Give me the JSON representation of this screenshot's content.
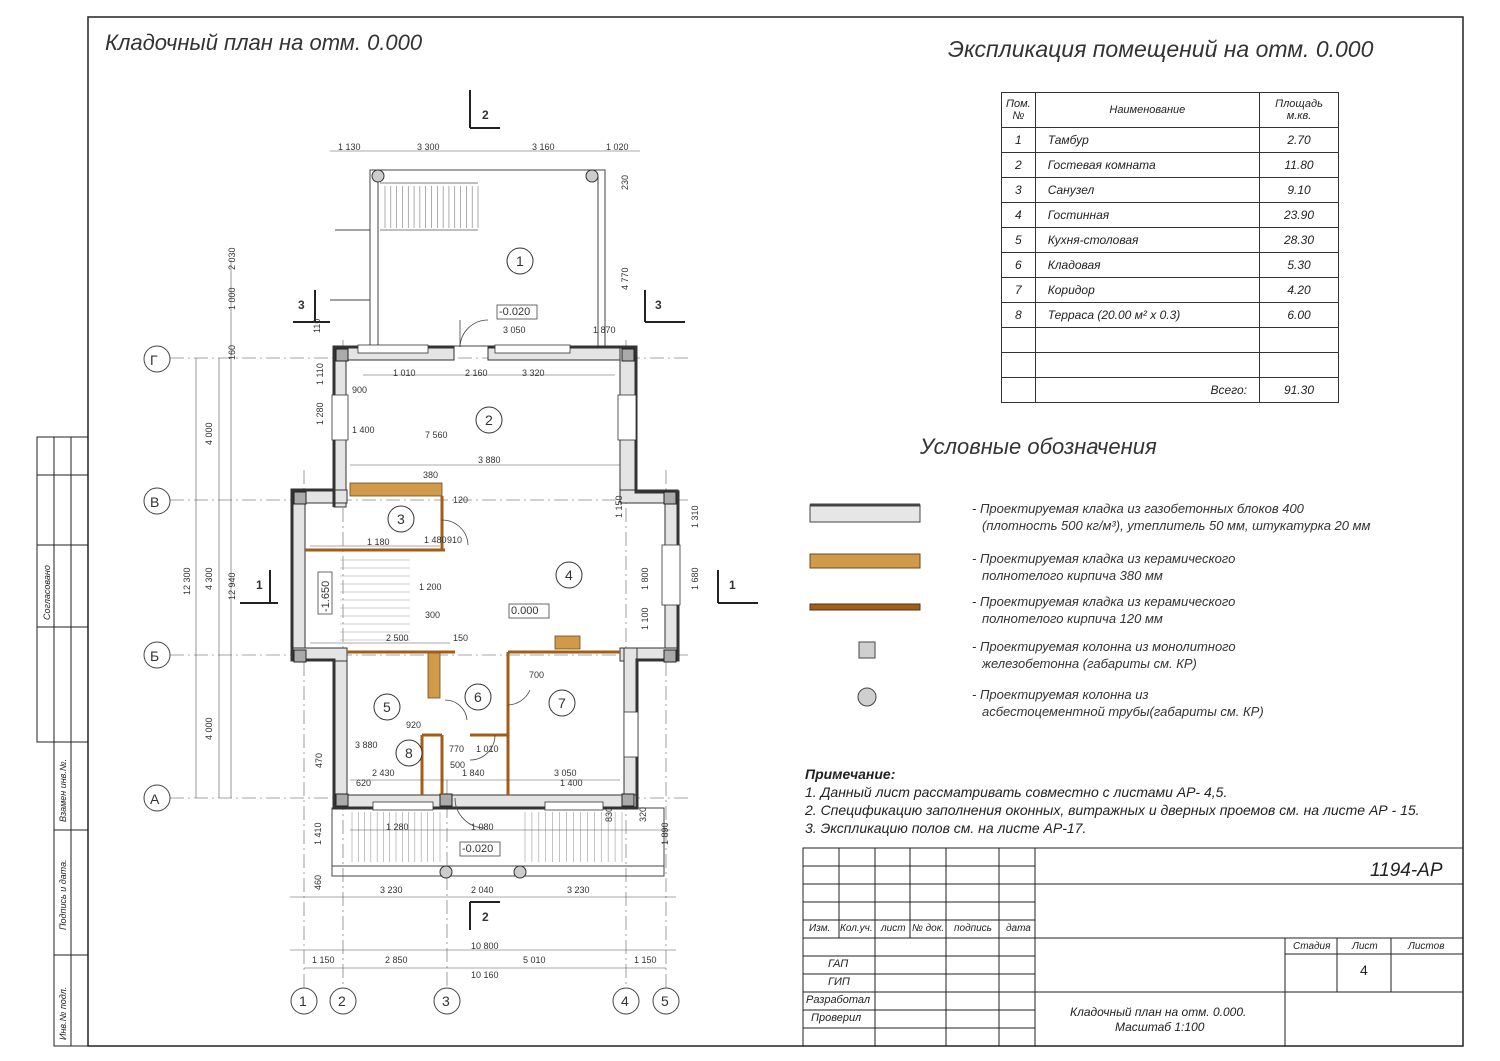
{
  "plan_title": "Кладочный план на отм. 0.000",
  "explication": {
    "title": "Экспликация помещений на отм. 0.000",
    "headers": [
      "Пом. №",
      "Наименование",
      "Площадь м.кв."
    ],
    "rows": [
      {
        "no": "1",
        "name": "Тамбур",
        "area": "2.70"
      },
      {
        "no": "2",
        "name": "Гостевая комната",
        "area": "11.80"
      },
      {
        "no": "3",
        "name": "Санузел",
        "area": "9.10"
      },
      {
        "no": "4",
        "name": "Гостинная",
        "area": "23.90"
      },
      {
        "no": "5",
        "name": "Кухня-столовая",
        "area": "28.30"
      },
      {
        "no": "6",
        "name": "Кладовая",
        "area": "5.30"
      },
      {
        "no": "7",
        "name": "Коридор",
        "area": "4.20"
      },
      {
        "no": "8",
        "name": "Терраса (20.00 м² x 0.3)",
        "area": "6.00"
      }
    ],
    "total_label": "Всего:",
    "total_value": "91.30"
  },
  "legend": {
    "title": "Условные обозначения",
    "items": [
      {
        "line1": "- Проектируемая кладка из газобетонных блоков 400",
        "line2": "(плотность 500 кг/м³), утеплитель 50 мм, штукатурка 20 мм"
      },
      {
        "line1": "- Проектируемая кладка из керамического",
        "line2": "полнотелого кирпича 380 мм"
      },
      {
        "line1": "- Проектируемая кладка из керамического",
        "line2": "полнотелого кирпича 120 мм"
      },
      {
        "line1": "- Проектируемая колонна из монолитного",
        "line2": "железобетонна (габариты см. КР)"
      },
      {
        "line1": "- Проектируемая колонна из",
        "line2": "асбестоцементной трубы(габариты см. КР)"
      }
    ]
  },
  "notes": {
    "title": "Примечание:",
    "lines": [
      "1. Данный лист рассматривать совместно с листами АР- 4,5.",
      "2. Спецификацию заполнения оконных, витражных и дверных проемов см. на листе АР - 15.",
      "3. Экспликацию полов см. на листе АР-17."
    ]
  },
  "title_block": {
    "code": "1194-АР",
    "cols": [
      "Изм.",
      "Кол.уч.",
      "лист",
      "№ док.",
      "подпись",
      "дата"
    ],
    "roles": [
      "ГАП",
      "ГИП",
      "Разработал",
      "Проверил"
    ],
    "stage_label": "Стадия",
    "sheet_label": "Лист",
    "sheets_label": "Листов",
    "sheet_no": "4",
    "sheet_title": "Кладочный план на отм. 0.000.",
    "scale": "Масштаб 1:100"
  },
  "side_stamp": [
    "Согласовано",
    "Взамен инв.№.",
    "Подпись и дата.",
    "Инв.№ подл."
  ],
  "plan": {
    "axes_letters": [
      "Г",
      "В",
      "Б",
      "А"
    ],
    "axes_numbers": [
      "1",
      "2",
      "3",
      "4",
      "5"
    ],
    "rooms": [
      "1",
      "2",
      "3",
      "4",
      "5",
      "6",
      "7",
      "8"
    ],
    "levels": [
      "-0.020",
      "0.000",
      "-1.650",
      "-0.020"
    ],
    "sections": [
      "2",
      "2",
      "3",
      "3",
      "1",
      "1"
    ],
    "dims_top": [
      "1 130",
      "3 300",
      "3 160",
      "1 020"
    ],
    "dims_bottom1": [
      "3 230",
      "2 040",
      "3 230"
    ],
    "dims_total_a": "10 800",
    "dims_bottom2": [
      "1 150",
      "2 850",
      "5 010",
      "1 150"
    ],
    "dims_total_b": "10 160",
    "dims_left": [
      "4 000",
      "4 300",
      "4 000"
    ],
    "dims_left_total": [
      "12 300",
      "12 940"
    ],
    "dims_misc": [
      "3 050",
      "1 870",
      "1 010",
      "2 160",
      "3 320",
      "7 560",
      "3 880",
      "1 180",
      "1 480",
      "910",
      "1 200",
      "2 500",
      "150",
      "1 150",
      "1 800",
      "1 100",
      "1 680",
      "1 310",
      "3 880",
      "920",
      "770",
      "1 010",
      "2 430",
      "1 840",
      "3 050",
      "1 400",
      "620",
      "1 280",
      "1 080",
      "830",
      "320",
      "470",
      "460",
      "1 410",
      "1 890",
      "4 770",
      "2 030",
      "1 000",
      "160",
      "900",
      "1 400",
      "1 280",
      "1 110",
      "700",
      "120",
      "380",
      "300",
      "500",
      "230",
      "110"
    ]
  }
}
